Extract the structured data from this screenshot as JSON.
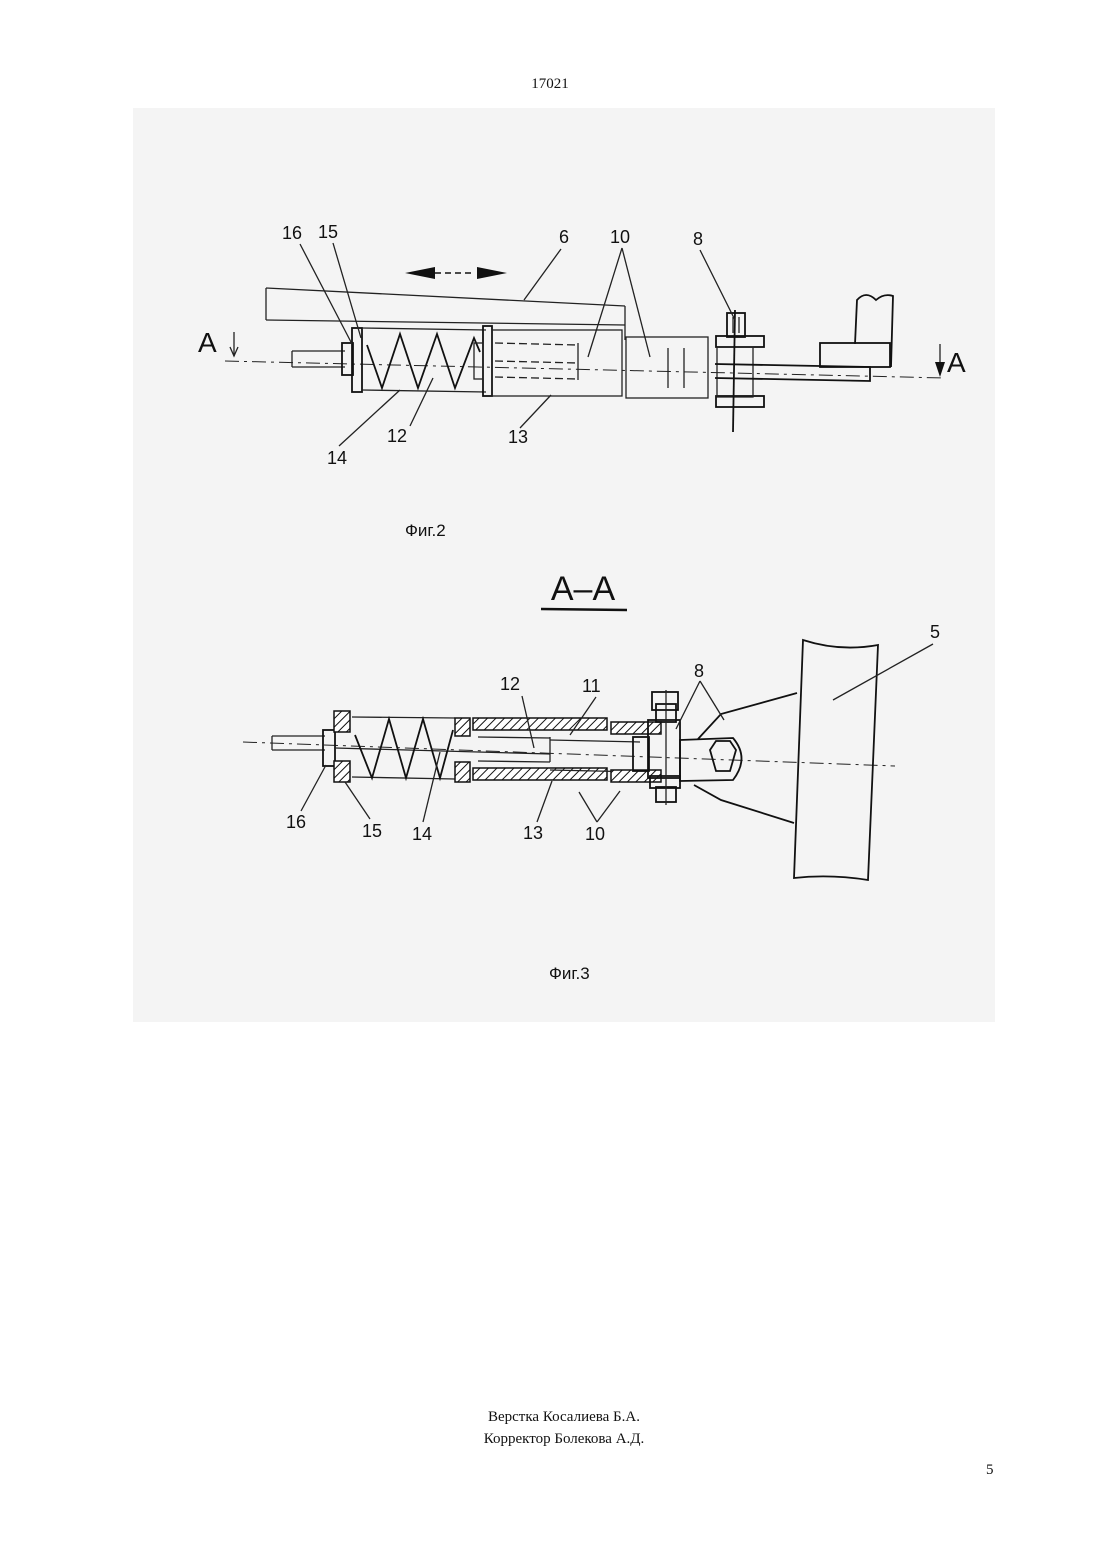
{
  "header": {
    "doc_number": "17021"
  },
  "figure2": {
    "caption": "Фиг.2",
    "section_mark_left": "A",
    "section_mark_right": "A",
    "labels": {
      "l16": "16",
      "l15": "15",
      "l6": "6",
      "l10": "10",
      "l8": "8",
      "l12": "12",
      "l13": "13",
      "l14": "14"
    }
  },
  "figure3": {
    "section_title": "А–А",
    "caption": "Фиг.3",
    "labels": {
      "l5": "5",
      "l8": "8",
      "l12": "12",
      "l11": "11",
      "l16": "16",
      "l15": "15",
      "l14": "14",
      "l13": "13",
      "l10": "10"
    }
  },
  "footer": {
    "layout_credit": "Верстка Косалиева Б.А.",
    "proof_credit": "Корректор Болекова А.Д.",
    "page_number": "5"
  }
}
